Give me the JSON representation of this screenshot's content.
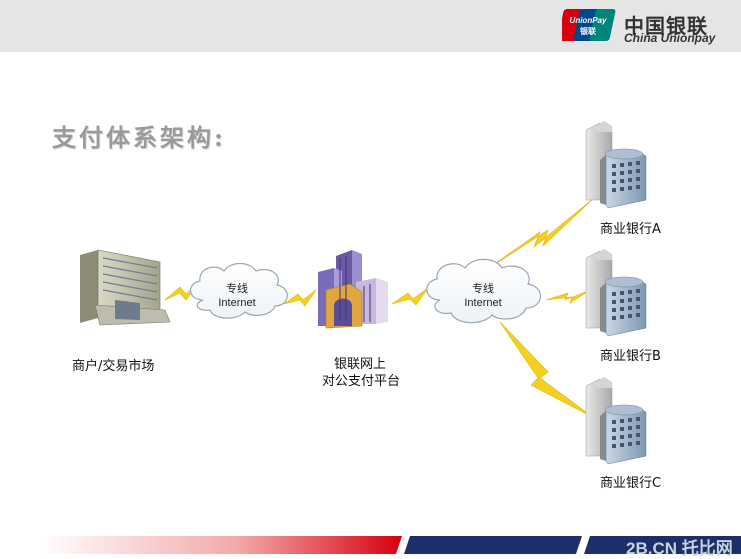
{
  "header": {
    "logo_badge_text": "UnionPay 银联",
    "logo_cn": "中国银联",
    "logo_en": "China Unionpay"
  },
  "slide": {
    "title": "支付体系架构:"
  },
  "nodes": {
    "merchant": "商户/交易市场",
    "platform_line1": "银联网上",
    "platform_line2": "对公支付平台",
    "bank_a": "商业银行A",
    "bank_b": "商业银行B",
    "bank_c": "商业银行C"
  },
  "clouds": {
    "left_line1": "专线",
    "left_line2": "Internet",
    "right_line1": "专线",
    "right_line2": "Internet"
  },
  "watermark": "2B.CN 托比网",
  "colors": {
    "accent_red": "#d7000f",
    "navy": "#1d2f6b",
    "bolt_yellow": "#f5d020"
  }
}
